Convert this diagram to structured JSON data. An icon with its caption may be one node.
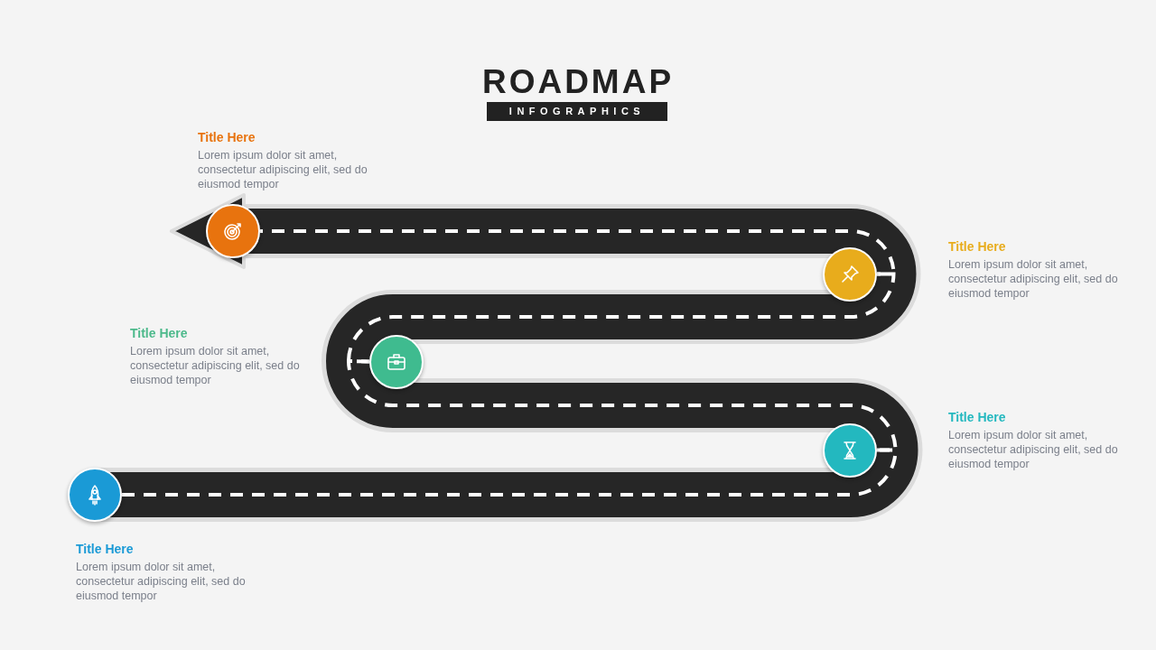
{
  "diagram": {
    "title": "ROADMAP",
    "nodes": [
      {
        "text": [],
        "shape": "circle",
        "beside": [
          "Title Here",
          "Lorem ipsum dolor sit amet, consectetur adipiscing elit, sed do eiusmod tempor"
        ]
      },
      {
        "text": [],
        "shape": "circle",
        "beside": [
          "Title Here",
          "Lorem ipsum dolor sit amet, consectetur adipiscing elit, sed do eiusmod tempor"
        ]
      },
      {
        "text": [],
        "shape": "circle",
        "beside": [
          "Title Here",
          "Lorem ipsum dolor sit amet, consectetur adipiscing elit, sed do eiusmod tempor"
        ]
      },
      {
        "text": [],
        "shape": "circle",
        "beside": [
          "Title Here",
          "Lorem ipsum dolor sit amet, consectetur adipiscing elit, sed do eiusmod tempor"
        ]
      },
      {
        "text": [],
        "shape": "circle",
        "beside": [
          "Title Here",
          "Lorem ipsum dolor sit amet, consectetur adipiscing elit, sed do eiusmod tempor"
        ]
      }
    ],
    "edges": [
      {
        "from": 0,
        "to": 1,
        "arrow": "none"
      },
      {
        "from": 1,
        "to": 2,
        "arrow": "none"
      },
      {
        "from": 2,
        "to": 3,
        "arrow": "none"
      },
      {
        "from": 3,
        "to": 4,
        "arrow": "to"
      }
    ],
    "labels": [
      "INFOGRAPHICS"
    ]
  }
}
